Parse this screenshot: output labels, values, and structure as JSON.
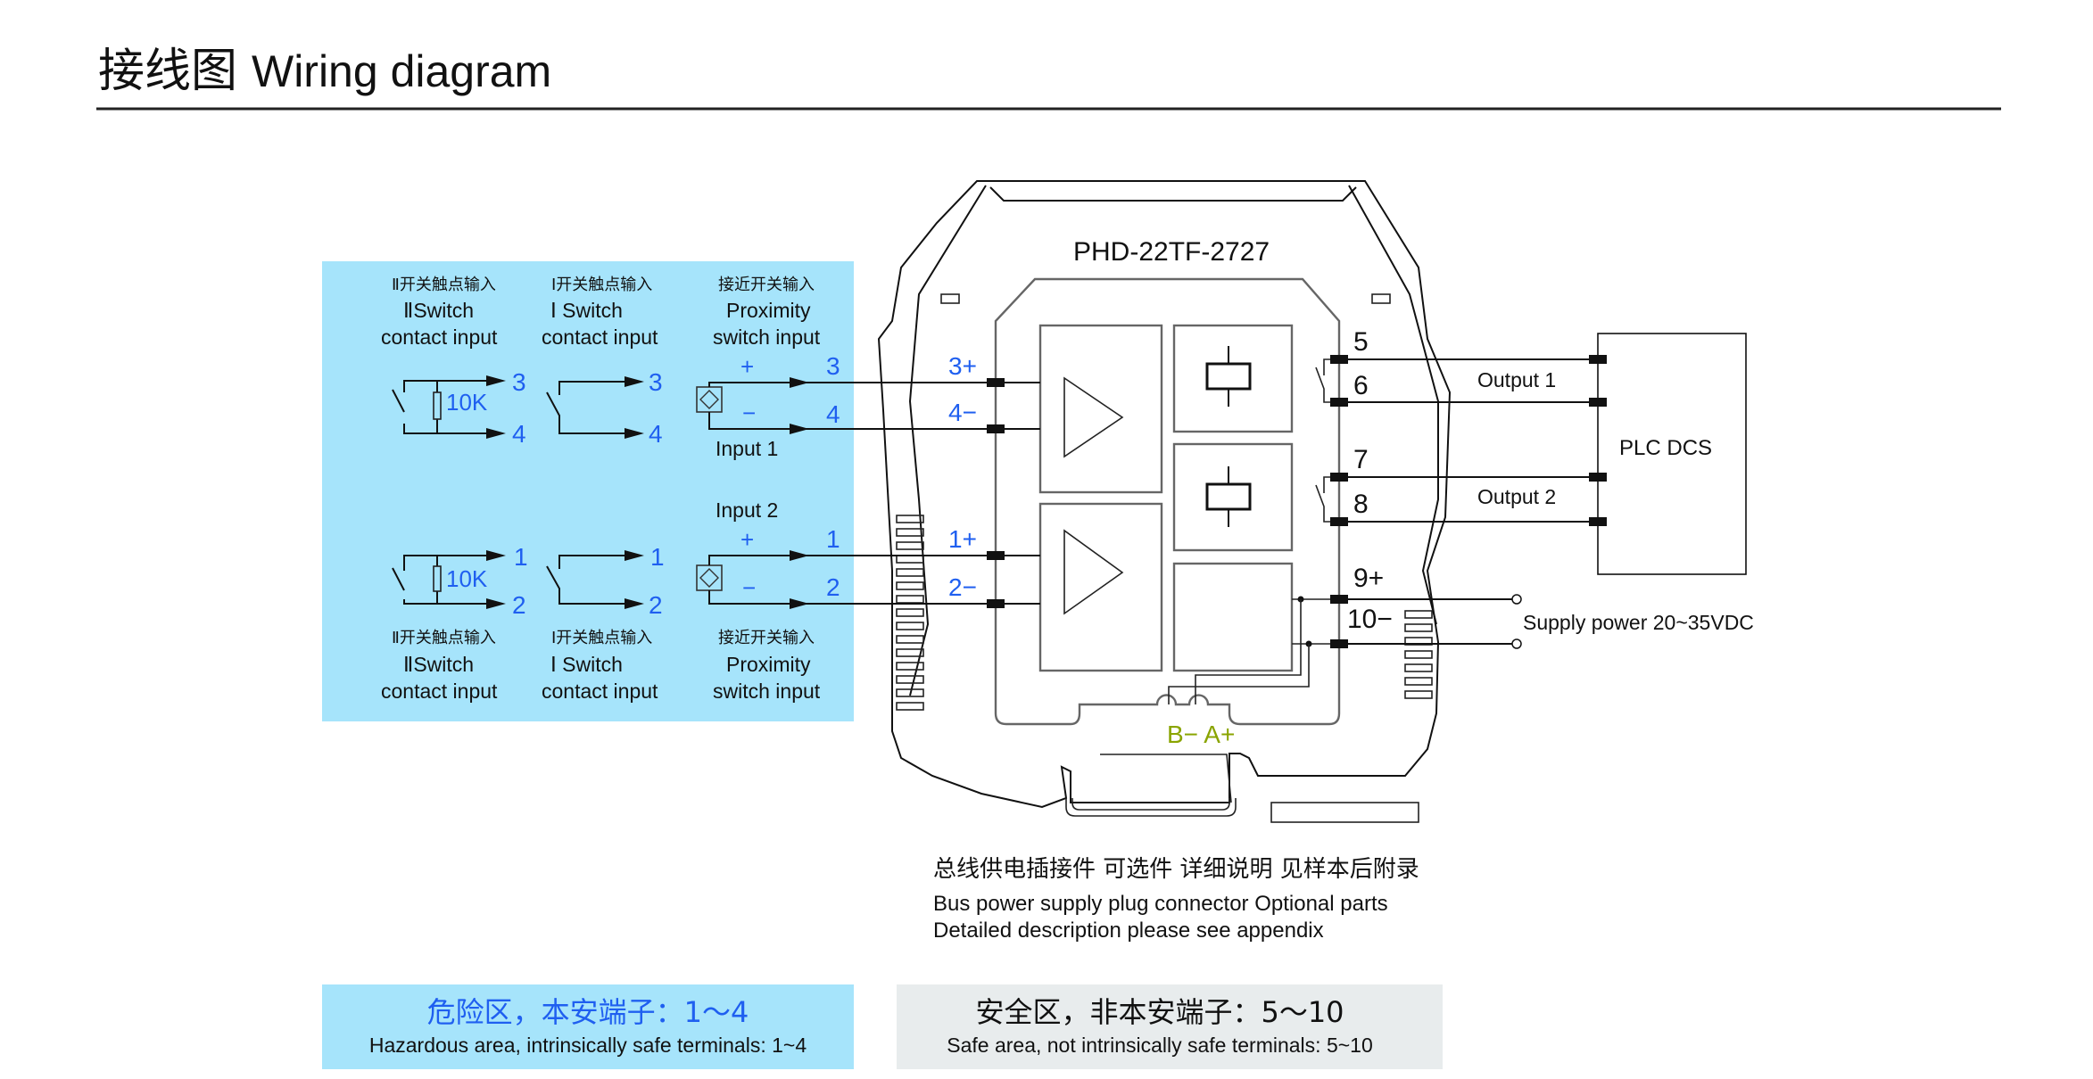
{
  "header": {
    "title_cn": "接线图",
    "title_en": "Wiring diagram"
  },
  "colors": {
    "hazard_panel": "#a6e4fb",
    "safe_panel": "#e8eced",
    "terminal_blue": "#1f5ff0",
    "bus_label_green": "#8aa400",
    "line": "#111111"
  },
  "module": {
    "model": "PHD-22TF-2727",
    "bus_label": "B−  A+"
  },
  "hazard_inputs": {
    "top_row": {
      "columns": [
        {
          "cn": "Ⅱ开关触点输入",
          "en1": "ⅡSwitch",
          "en2": "contact input",
          "terminals": [
            "3",
            "4"
          ],
          "resistor": "10K"
        },
        {
          "cn": "Ⅰ开关触点输入",
          "en1": "Ⅰ Switch",
          "en2": "contact input",
          "terminals": [
            "3",
            "4"
          ]
        },
        {
          "cn": "接近开关输入",
          "en1": "Proximity",
          "en2": "switch input",
          "terminals": [
            "3",
            "4"
          ],
          "polarity": [
            "+",
            "−"
          ],
          "caption": "Input 1"
        }
      ]
    },
    "bottom_row": {
      "columns": [
        {
          "cn": "Ⅱ开关触点输入",
          "en1": "ⅡSwitch",
          "en2": "contact input",
          "terminals": [
            "1",
            "2"
          ],
          "resistor": "10K"
        },
        {
          "cn": "Ⅰ开关触点输入",
          "en1": "Ⅰ Switch",
          "en2": "contact input",
          "terminals": [
            "1",
            "2"
          ]
        },
        {
          "cn": "接近开关输入",
          "en1": "Proximity",
          "en2": "switch input",
          "terminals": [
            "1",
            "2"
          ],
          "polarity": [
            "+",
            "−"
          ],
          "caption": "Input 2"
        }
      ]
    }
  },
  "terminals": {
    "left": [
      "3+",
      "4−",
      "1+",
      "2−"
    ],
    "right": [
      "5",
      "6",
      "7",
      "8",
      "9+",
      "10−"
    ]
  },
  "outputs": {
    "output1": "Output 1",
    "output2": "Output 2",
    "plc": "PLC  DCS",
    "supply": "Supply power 20~35VDC"
  },
  "notes": {
    "cn": "总线供电插接件  可选件  详细说明  见样本后附录",
    "en1": "Bus power supply plug connector  Optional parts",
    "en2": "Detailed description please see appendix"
  },
  "legend": {
    "hazard_cn": "危险区，本安端子：1～4",
    "hazard_en": "Hazardous area, intrinsically safe terminals: 1~4",
    "safe_cn": "安全区，非本安端子：5～10",
    "safe_en": "Safe area, not intrinsically safe terminals: 5~10"
  }
}
